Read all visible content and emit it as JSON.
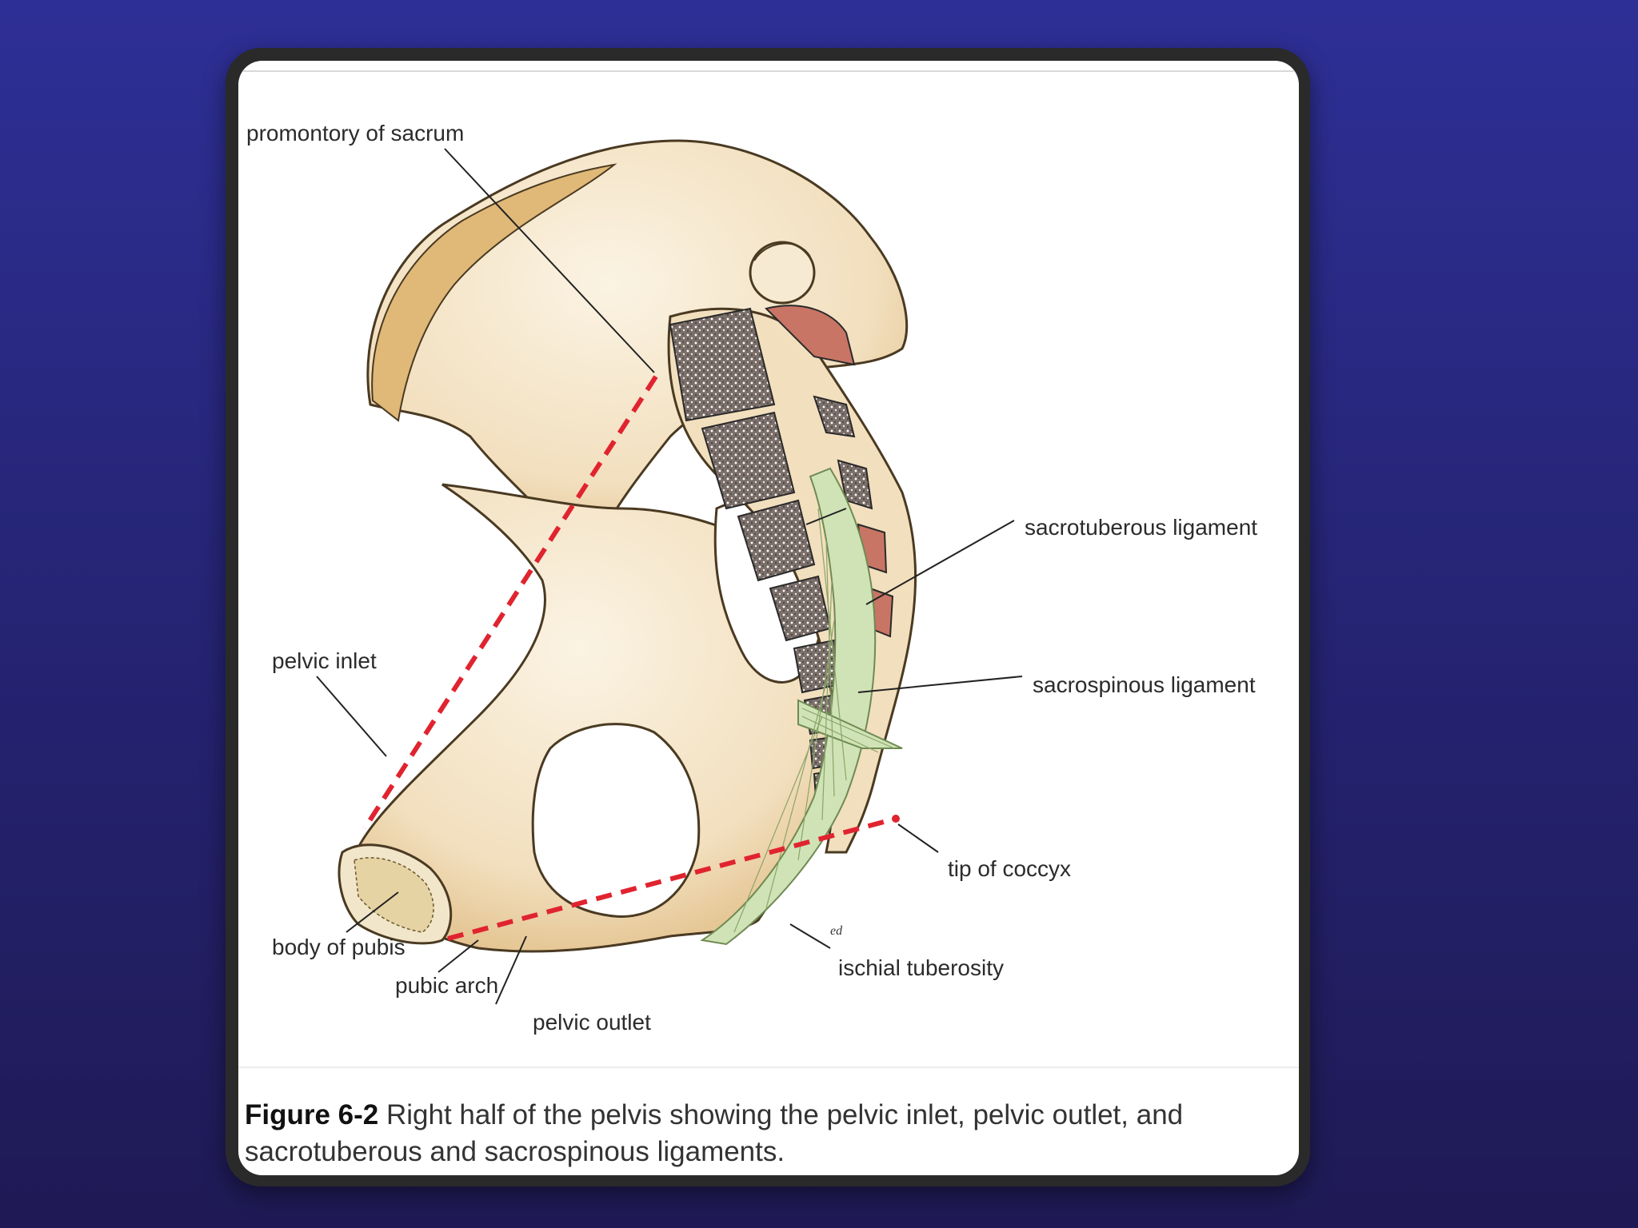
{
  "figure": {
    "labels": {
      "promontory": "promontory of sacrum",
      "inlet": "pelvic inlet",
      "body_pubis": "body of pubis",
      "pubic_arch": "pubic arch",
      "outlet": "pelvic outlet",
      "sacrotuberous": "sacrotuberous ligament",
      "sacrospinous": "sacrospinous ligament",
      "coccyx": "tip of coccyx",
      "ischial": "ischial tuberosity",
      "signature": "ed"
    },
    "caption_label": "Figure 6-2",
    "caption_text": " Right half of the pelvis showing the pelvic inlet, pelvic outlet, and sacrotuberous and sacrospinous ligaments."
  },
  "colors": {
    "bone": "#f2dfbe",
    "bone_edge": "#c9a46a",
    "ligament": "#c9dfb0",
    "dashed_line": "#e0242f",
    "background": "#2a2b8a"
  }
}
